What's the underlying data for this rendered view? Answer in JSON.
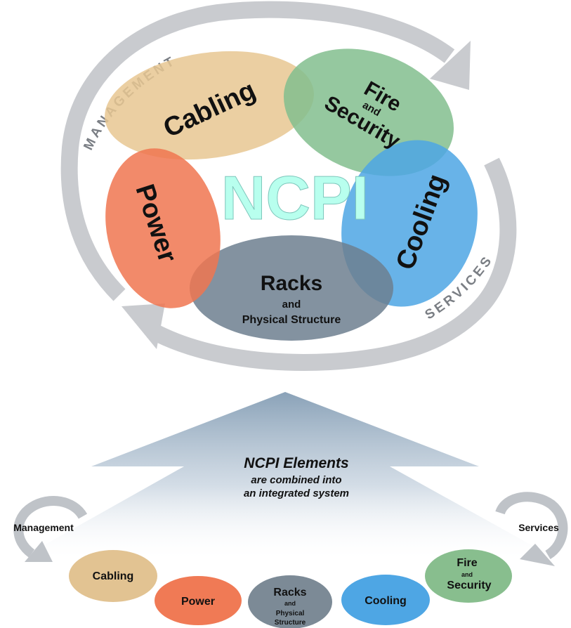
{
  "top_diagram": {
    "center_label": "NCPI",
    "ring_labels": {
      "left": "MANAGEMENT",
      "right": "SERVICES"
    },
    "petals": {
      "cabling": {
        "label": "Cabling",
        "color": "#E8C792"
      },
      "fire": {
        "line1": "Fire",
        "connector": "and",
        "line2": "Security",
        "color": "#83BE8E"
      },
      "cooling": {
        "label": "Cooling",
        "color": "#4EA6E4"
      },
      "racks": {
        "line1": "Racks",
        "connector": "and",
        "line2": "Physical Structure",
        "color": "#6D7F8F"
      },
      "power": {
        "label": "Power",
        "color": "#F07650"
      }
    },
    "center_color": "#B8FFEE",
    "ring_color": "#C9CBCF"
  },
  "arrow": {
    "title": "NCPI Elements",
    "subtitle_line1": "are combined into",
    "subtitle_line2": "an integrated system",
    "color": "#8AA2B8"
  },
  "bottom_row": {
    "management_label": "Management",
    "services_label": "Services",
    "cabling": {
      "label": "Cabling",
      "color": "#E2C392"
    },
    "power": {
      "label": "Power",
      "color": "#F07A55"
    },
    "racks": {
      "line1": "Racks",
      "connector": "and",
      "line2": "Physical",
      "line3": "Structure",
      "color": "#7C8A96"
    },
    "cooling": {
      "label": "Cooling",
      "color": "#4EA6E4"
    },
    "fire": {
      "line1": "Fire",
      "connector": "and",
      "line2": "Security",
      "color": "#88BE8E"
    }
  }
}
